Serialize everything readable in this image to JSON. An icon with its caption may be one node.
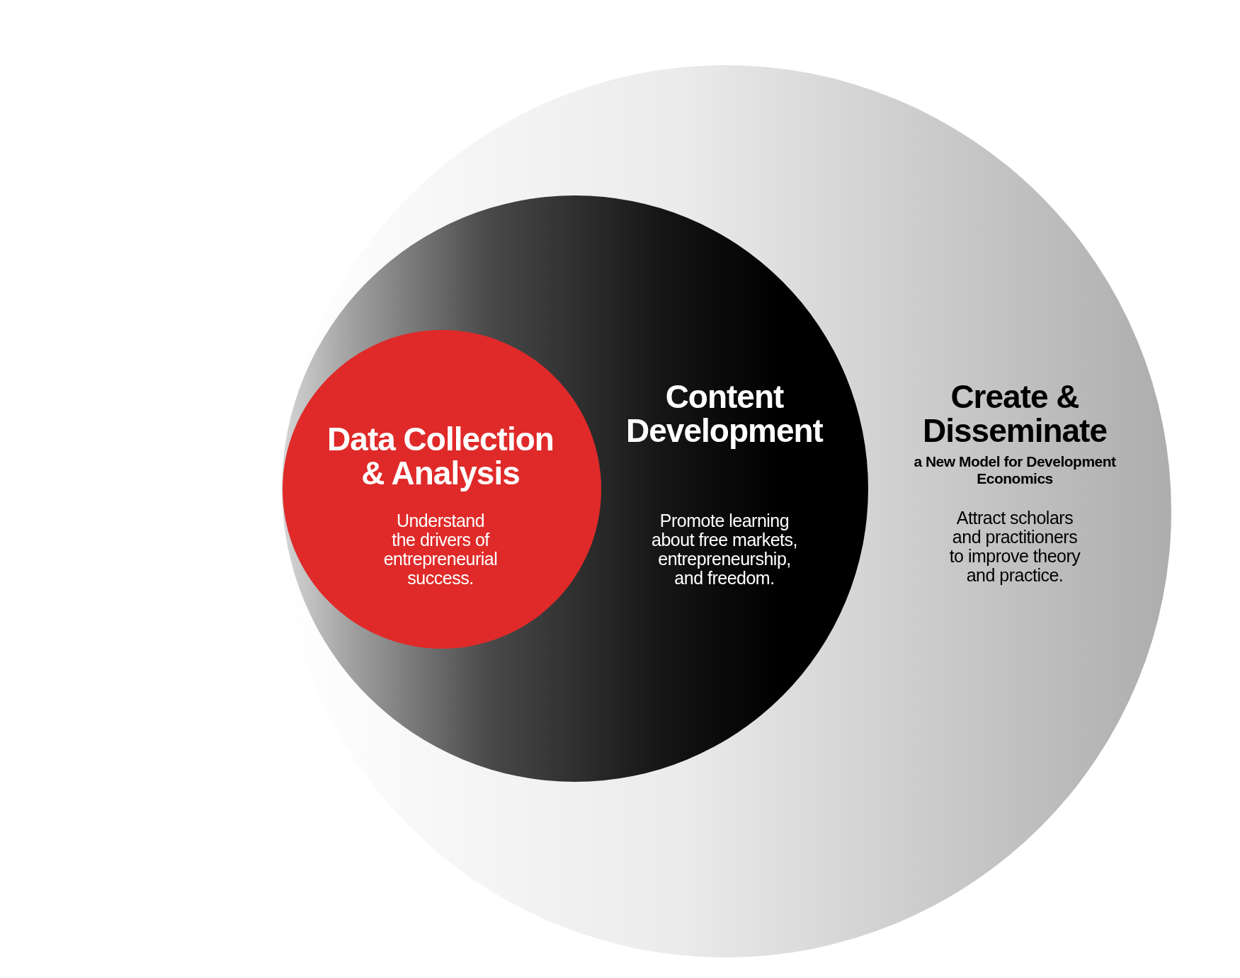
{
  "diagram": {
    "nodes": [
      {
        "text": [
          "Create & Disseminate",
          "a New Model for Development Economics",
          "Attract scholars and practitioners to improve theory and practice."
        ]
      },
      {
        "text": [
          "Content Development",
          "Promote learning about free markets, entrepreneurship, and freedom."
        ],
        "in": 0
      },
      {
        "text": [
          "Data Collection & Analysis",
          "Understand the drivers of entrepreneurial success."
        ],
        "in": 1
      }
    ]
  }
}
